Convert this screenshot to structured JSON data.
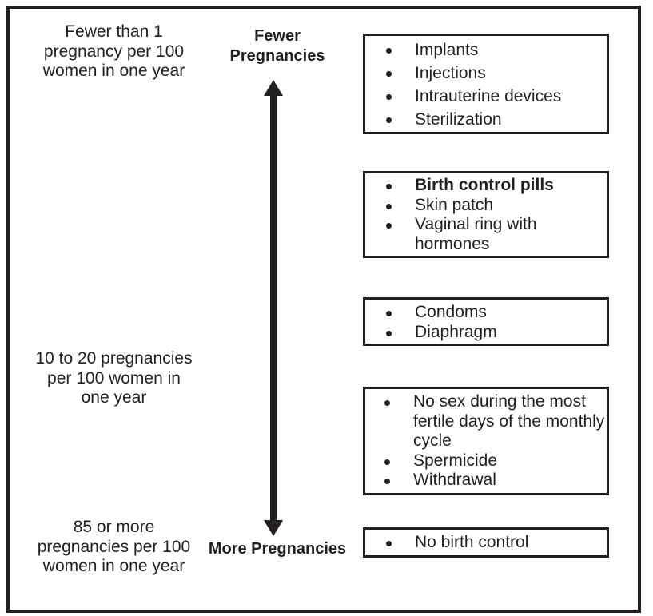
{
  "top_label": "Fewer Pregnancies",
  "bottom_label": "More Pregnancies",
  "rates": [
    "Fewer than 1 pregnancy per 100 women in one year",
    "10 to 20 pregnancies per 100 women in one year",
    "85 or more pregnancies per 100 women in one year"
  ],
  "groups": [
    {
      "items": [
        "Implants",
        "Injections",
        "Intrauterine devices",
        "Sterilization"
      ]
    },
    {
      "items": [
        "Birth control pills",
        "Skin patch",
        "Vaginal ring with hormones"
      ],
      "bold_item": "Birth control pills"
    },
    {
      "items": [
        "Condoms",
        "Diaphragm"
      ]
    },
    {
      "items": [
        "No sex during the most fertile days of the monthly cycle",
        "Spermicide",
        "Withdrawal"
      ]
    },
    {
      "items": [
        "No birth control"
      ]
    }
  ]
}
